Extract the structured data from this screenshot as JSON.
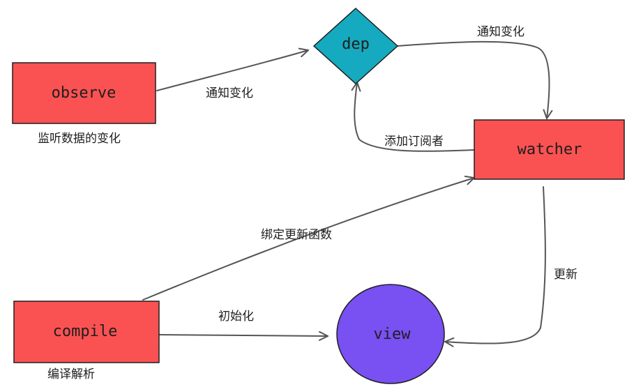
{
  "nodes": {
    "observe": {
      "label": "observe",
      "caption": "监听数据的变化",
      "shape": "rectangle"
    },
    "dep": {
      "label": "dep",
      "shape": "diamond"
    },
    "watcher": {
      "label": "watcher",
      "shape": "rectangle"
    },
    "compile": {
      "label": "compile",
      "caption": "编译解析",
      "shape": "rectangle"
    },
    "view": {
      "label": "view",
      "shape": "circle"
    }
  },
  "edges": {
    "observe_to_dep": {
      "label": "通知变化"
    },
    "dep_to_watcher": {
      "label": "通知变化"
    },
    "watcher_to_dep": {
      "label": "添加订阅者"
    },
    "compile_to_watcher": {
      "label": "绑定更新函数"
    },
    "compile_to_view": {
      "label": "初始化"
    },
    "watcher_to_view": {
      "label": "更新"
    }
  },
  "colors": {
    "rect_fill": "#fa5252",
    "rect_stroke": "#1e1e1e",
    "diamond_fill": "#15aabf",
    "circle_fill": "#7950f2",
    "edge_stroke": "#555555"
  }
}
